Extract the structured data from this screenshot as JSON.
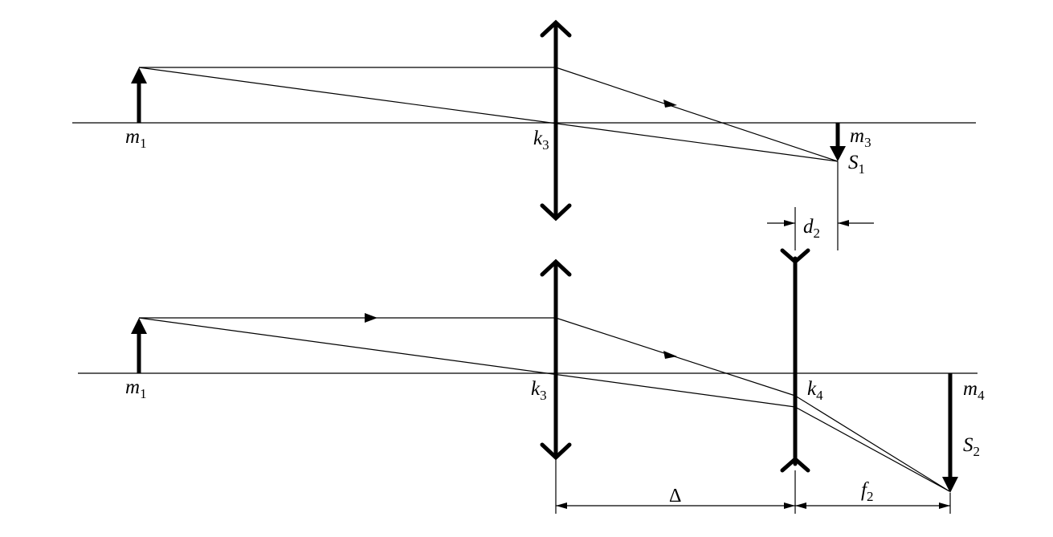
{
  "labels": {
    "m1_top": {
      "base": "m",
      "sub": "1"
    },
    "k3_top": {
      "base": "k",
      "sub": "3"
    },
    "m3": {
      "base": "m",
      "sub": "3"
    },
    "S1": {
      "base": "S",
      "sub": "1"
    },
    "d2": {
      "base": "d",
      "sub": "2"
    },
    "m1_bottom": {
      "base": "m",
      "sub": "1"
    },
    "k3_bottom": {
      "base": "k",
      "sub": "3"
    },
    "k4": {
      "base": "k",
      "sub": "4"
    },
    "m4": {
      "base": "m",
      "sub": "4"
    },
    "S2": {
      "base": "S",
      "sub": "2"
    },
    "delta": "Δ",
    "f2": {
      "base": "f",
      "sub": "2"
    }
  }
}
